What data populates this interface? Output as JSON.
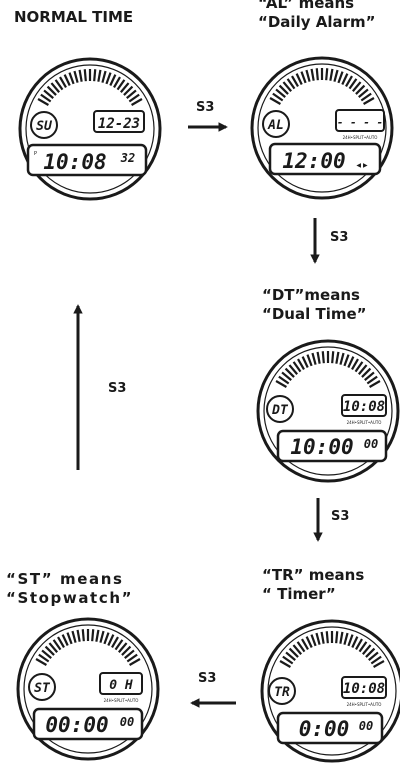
{
  "captions": {
    "normal": [
      "NORMAL TIME"
    ],
    "alarm": [
      "“AL” means",
      "“Daily Alarm”"
    ],
    "dual": [
      "“DT”means",
      "“Dual Time”"
    ],
    "timer": [
      "“TR” means",
      "“ Timer”"
    ],
    "stopwatch": [
      "“ST” means",
      "“Stopwatch”"
    ]
  },
  "transition_label": "S3",
  "watches": {
    "normal": {
      "mode": "SU",
      "upper": "12-23",
      "lower": "10:08",
      "sec": "32",
      "prefix": "P",
      "sub": "",
      "tiny": ""
    },
    "alarm": {
      "mode": "AL",
      "upper": "- - - -",
      "lower": "12:00",
      "sec": "",
      "prefix": "",
      "sub": "24H•SPLIT•AUTO",
      "tiny": "◀ ▶"
    },
    "dual": {
      "mode": "DT",
      "upper": "10:08",
      "lower": "10:00",
      "sec": "00",
      "prefix": "",
      "sub": "24H•SPLIT•AUTO",
      "tiny": ""
    },
    "timer": {
      "mode": "TR",
      "upper": "10:08",
      "lower": "0:00",
      "sec": "00",
      "prefix": "",
      "sub": "24H•SPLIT•AUTO",
      "tiny": ""
    },
    "stopwatch": {
      "mode": "ST",
      "upper": "0 H",
      "lower": "00:00",
      "sec": "00",
      "prefix": "",
      "sub": "24H•SPLIT•AUTO",
      "tiny": ""
    }
  }
}
